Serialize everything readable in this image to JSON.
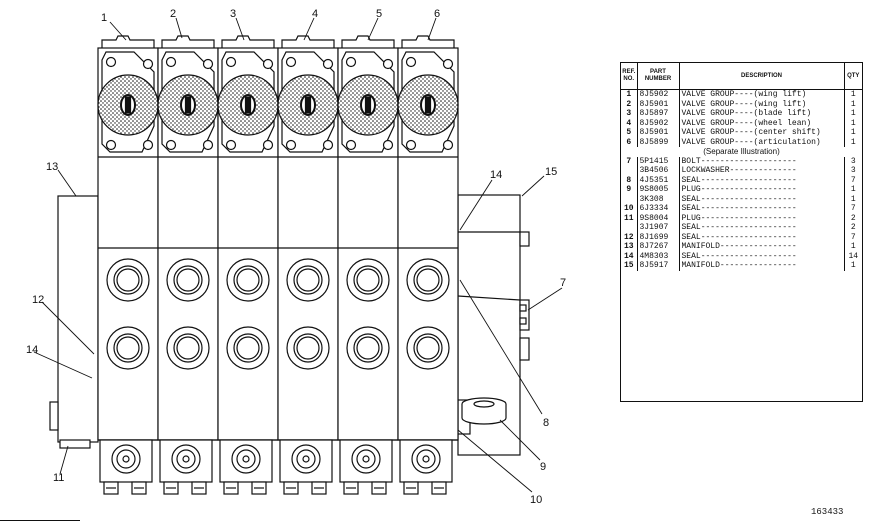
{
  "callouts": [
    "1",
    "2",
    "3",
    "4",
    "5",
    "6",
    "7",
    "8",
    "9",
    "10",
    "11",
    "12",
    "13",
    "14",
    "14",
    "15"
  ],
  "table": {
    "headers": {
      "ref": "REF. NO.",
      "part": "PART NUMBER",
      "desc": "DESCRIPTION",
      "qty": "QTY"
    },
    "rows": [
      {
        "ref": "1",
        "part": "8J5902",
        "desc": "VALVE GROUP----(wing lift)",
        "qty": "1"
      },
      {
        "ref": "2",
        "part": "8J5901",
        "desc": "VALVE GROUP----(wing lift)",
        "qty": "1"
      },
      {
        "ref": "3",
        "part": "8J5897",
        "desc": "VALVE GROUP----(blade lift)",
        "qty": "1"
      },
      {
        "ref": "4",
        "part": "8J5902",
        "desc": "VALVE GROUP----(wheel lean)",
        "qty": "1"
      },
      {
        "ref": "5",
        "part": "8J5901",
        "desc": "VALVE GROUP----(center shift)",
        "qty": "1"
      },
      {
        "ref": "6",
        "part": "8J5899",
        "desc": "VALVE GROUP----(articulation)",
        "qty": "1"
      },
      {
        "separator": "(Separate Illustration)"
      },
      {
        "ref": "7",
        "part": "5P1415",
        "desc": "BOLT--------------------",
        "qty": "3"
      },
      {
        "ref": "",
        "part": "3B4506",
        "desc": "LOCKWASHER--------------",
        "qty": "3"
      },
      {
        "ref": "8",
        "part": "4J5351",
        "desc": "SEAL--------------------",
        "qty": "7"
      },
      {
        "ref": "9",
        "part": "9S8005",
        "desc": "PLUG--------------------",
        "qty": "1"
      },
      {
        "ref": "",
        "part": "3K308",
        "desc": "SEAL--------------------",
        "qty": "1"
      },
      {
        "ref": "10",
        "part": "6J3334",
        "desc": "SEAL--------------------",
        "qty": "7"
      },
      {
        "ref": "11",
        "part": "9S8004",
        "desc": "PLUG--------------------",
        "qty": "2"
      },
      {
        "ref": "",
        "part": "3J1907",
        "desc": "SEAL--------------------",
        "qty": "2"
      },
      {
        "ref": "12",
        "part": "8J1699",
        "desc": "SEAL--------------------",
        "qty": "7"
      },
      {
        "ref": "13",
        "part": "8J7267",
        "desc": "MANIFOLD----------------",
        "qty": "1"
      },
      {
        "ref": "14",
        "part": "4M8303",
        "desc": "SEAL--------------------",
        "qty": "14"
      },
      {
        "ref": "15",
        "part": "8J5917",
        "desc": "MANIFOLD----------------",
        "qty": "1"
      }
    ]
  },
  "figure_number": "163433"
}
